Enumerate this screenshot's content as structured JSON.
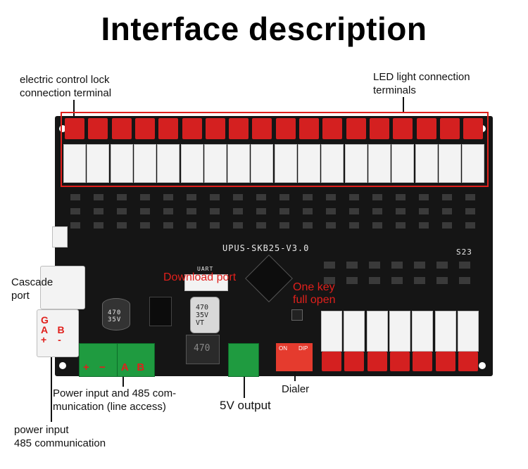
{
  "title": "Interface description",
  "labels": {
    "electric_lock": [
      "electric control lock",
      "connection terminal"
    ],
    "led_terminals": [
      "LED light connection",
      "terminals"
    ],
    "cascade": [
      "Cascade",
      "port"
    ],
    "download_port": "Download port",
    "one_key": [
      "One key",
      "full open"
    ],
    "power_485": [
      "Power input and 485 com-",
      "munication (line access)"
    ],
    "output_5v": "5V output",
    "dialer": "Dialer",
    "power_input": [
      "power input",
      "485 communication"
    ]
  },
  "pcb": {
    "model": "UPUS-SKB25-V3.0",
    "code": "S23",
    "terminal_letters": [
      "G",
      "A",
      "B",
      "+",
      "-"
    ],
    "screw_marks": [
      "+",
      "−",
      "A",
      "B"
    ],
    "dip_on": "ON",
    "dip_text": "DIP",
    "cap1": [
      "470",
      "35V"
    ],
    "cap2": [
      "470",
      "35V",
      "VT"
    ],
    "inductor": "470",
    "uart": "UART"
  },
  "colors": {
    "board": "#151515",
    "annotation_red": "#e0201c",
    "connector_red": "#d42020",
    "terminal_green": "#1f9b40"
  }
}
